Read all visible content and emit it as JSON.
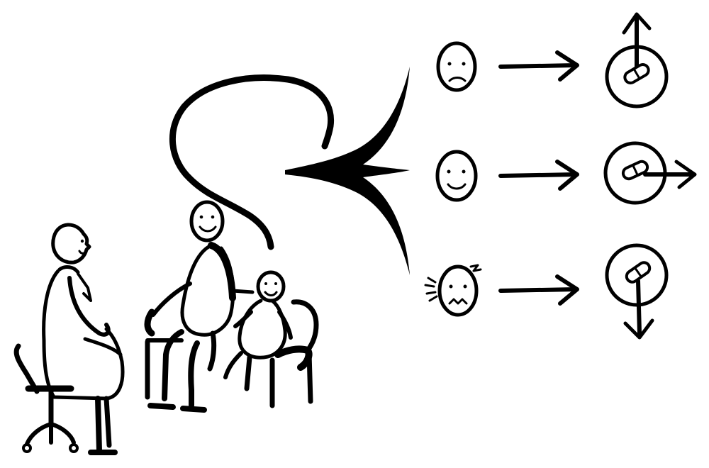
{
  "canvas": {
    "background": "#ffffff",
    "ink": "#000000"
  },
  "scene": {
    "therapist": "therapist-figure",
    "parent": "parent-figure",
    "child": "child-figure"
  },
  "outcomes": [
    {
      "mood": "sad-face-icon",
      "dosage": "increase-dose-icon"
    },
    {
      "mood": "happy-face-icon",
      "dosage": "maintain-dose-icon"
    },
    {
      "mood": "distressed-face-icon",
      "dosage": "decrease-dose-icon"
    }
  ]
}
